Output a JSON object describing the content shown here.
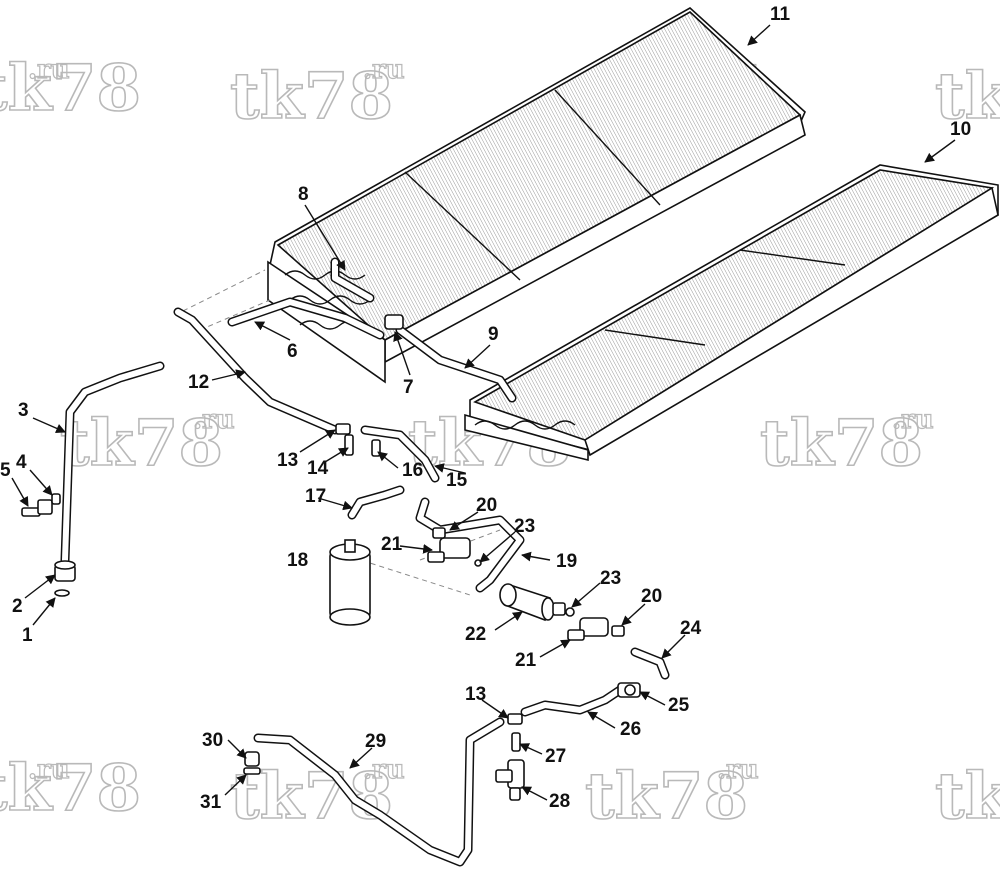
{
  "diagram": {
    "watermark_text": "tk78",
    "watermark_suffix": ".ru",
    "callouts": [
      "11",
      "10",
      "8",
      "6",
      "7",
      "9",
      "12",
      "3",
      "4",
      "5",
      "13",
      "14",
      "16",
      "15",
      "17",
      "20",
      "23",
      "21",
      "19",
      "18",
      "23",
      "20",
      "22",
      "21",
      "24",
      "13",
      "25",
      "26",
      "27",
      "28",
      "29",
      "30",
      "31",
      "2",
      "1"
    ]
  }
}
